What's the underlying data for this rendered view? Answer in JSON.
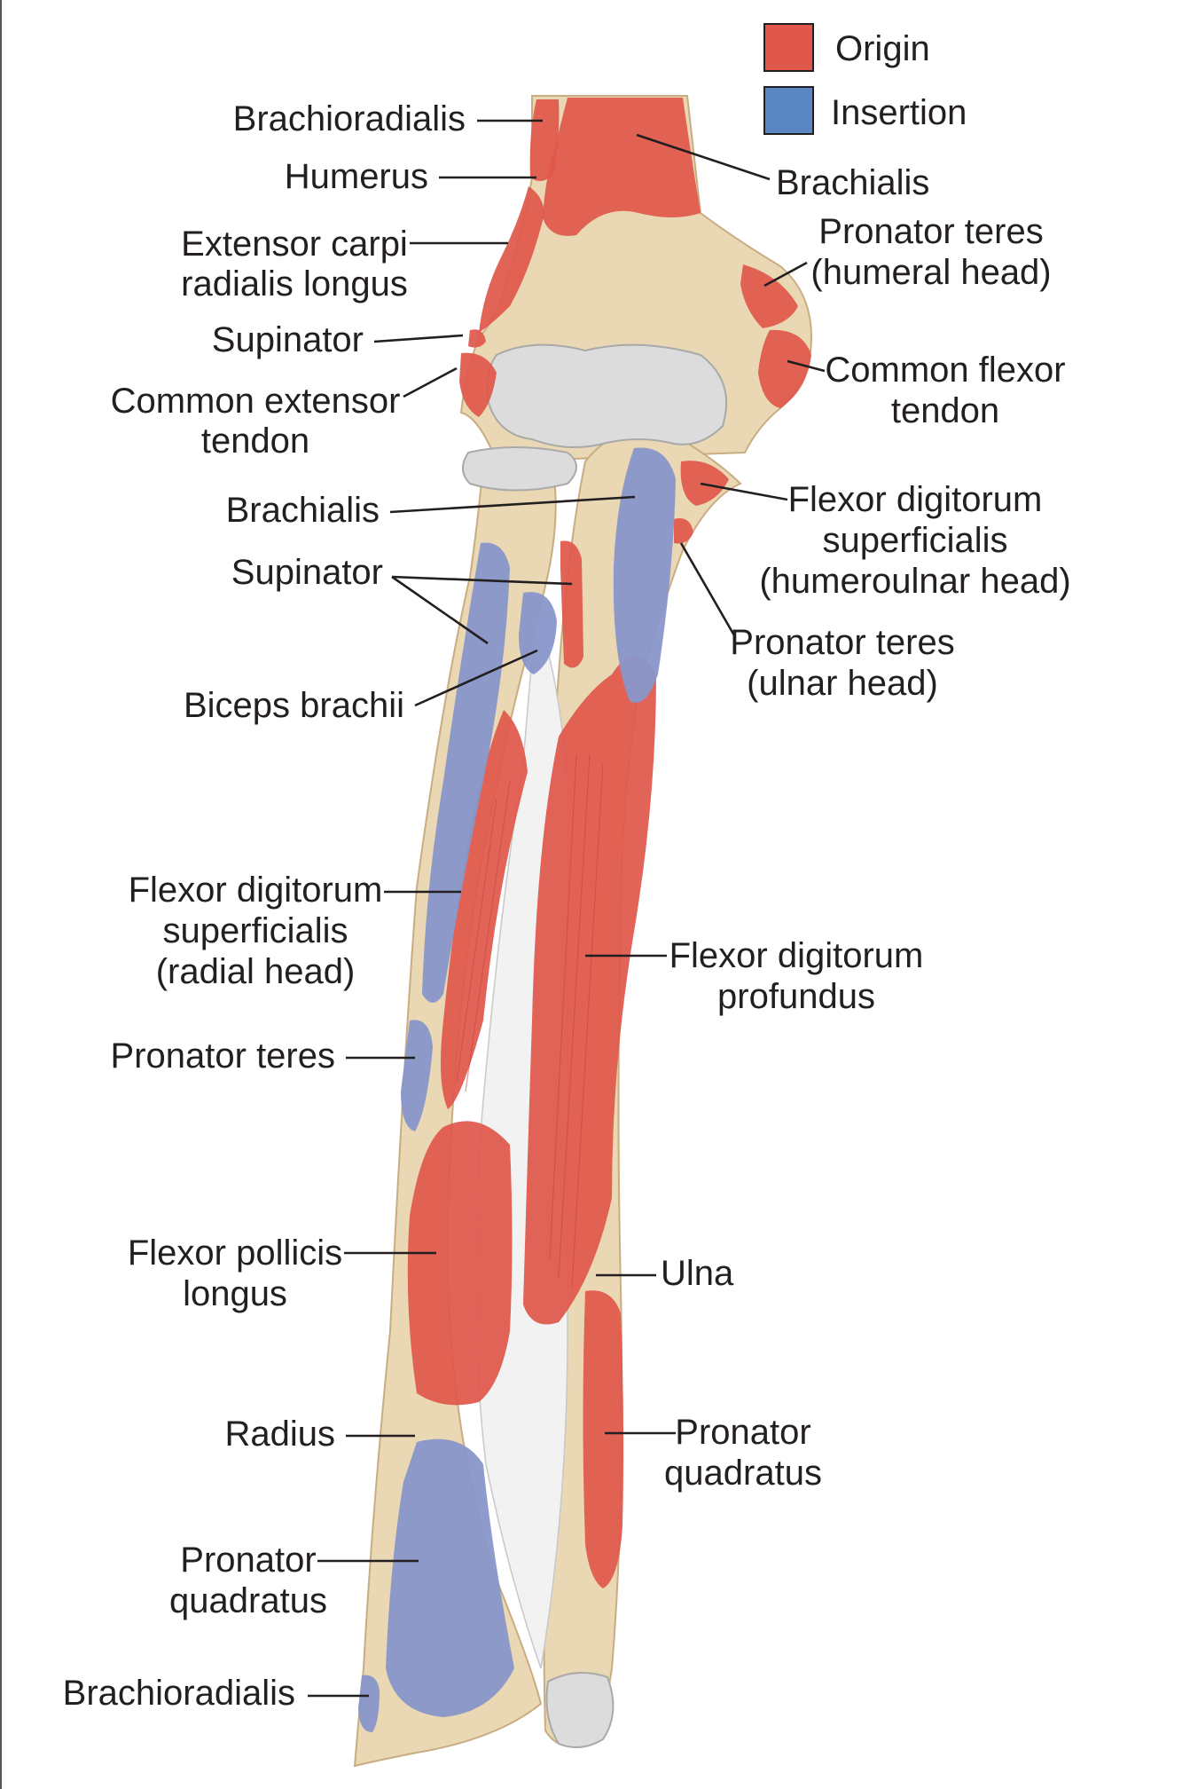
{
  "legend": {
    "origin_label": "Origin",
    "insertion_label": "Insertion",
    "origin_color": "#e0574b",
    "insertion_color": "#5b86c4"
  },
  "labels": {
    "brachioradialis_top": "Brachioradialis",
    "humerus": "Humerus",
    "ecrl_1": "Extensor carpi",
    "ecrl_2": "radialis longus",
    "supinator_top": "Supinator",
    "common_extensor_1": "Common extensor",
    "common_extensor_2": "tendon",
    "brachialis_insertion": "Brachialis",
    "supinator_mid": "Supinator",
    "biceps_brachii": "Biceps brachii",
    "fds_radial_1": "Flexor digitorum",
    "fds_radial_2": "superficialis",
    "fds_radial_3": "(radial head)",
    "pronator_teres_left": "Pronator teres",
    "fpl_1": "Flexor pollicis",
    "fpl_2": "longus",
    "radius": "Radius",
    "pq_left_1": "Pronator",
    "pq_left_2": "quadratus",
    "brachioradialis_bottom": "Brachioradialis",
    "brachialis_origin": "Brachialis",
    "pt_humeral_1": "Pronator teres",
    "pt_humeral_2": "(humeral head)",
    "common_flexor_1": "Common flexor",
    "common_flexor_2": "tendon",
    "fds_hu_1": "Flexor digitorum",
    "fds_hu_2": "superficialis",
    "fds_hu_3": "(humeroulnar head)",
    "pt_ulnar_1": "Pronator teres",
    "pt_ulnar_2": "(ulnar head)",
    "fdp_1": "Flexor digitorum",
    "fdp_2": "profundus",
    "ulna": "Ulna",
    "pq_right_1": "Pronator",
    "pq_right_2": "quadratus"
  }
}
